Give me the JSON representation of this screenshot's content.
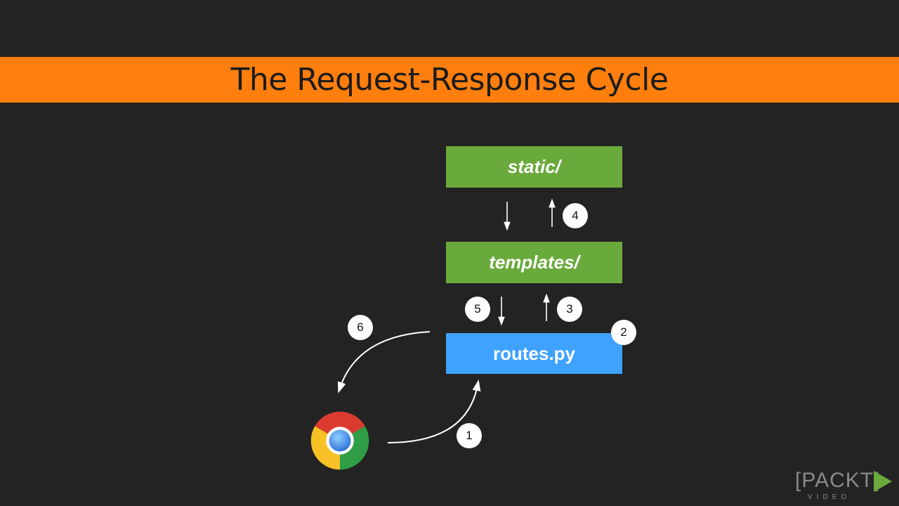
{
  "title": "The Request-Response Cycle",
  "boxes": {
    "static": "static/",
    "templates": "templates/",
    "routes": "routes.py"
  },
  "steps": [
    "1",
    "2",
    "3",
    "4",
    "5",
    "6"
  ],
  "logo": {
    "main": "[PACKT]",
    "sub": "VIDEO"
  },
  "colors": {
    "background": "#232323",
    "title_bar": "#ff7f0e",
    "green_box": "#6aa93b",
    "blue_box": "#3fa2ff"
  },
  "icons": [
    "chrome-browser-icon",
    "packt-play-icon"
  ]
}
